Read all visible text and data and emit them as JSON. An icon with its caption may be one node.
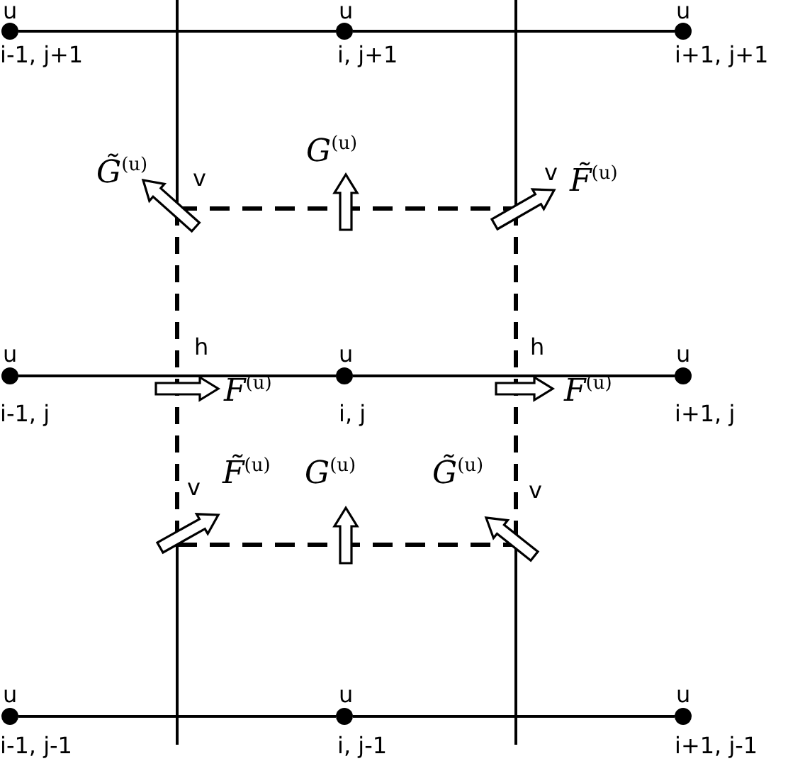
{
  "diagram": {
    "nodes": [
      {
        "text": [],
        "shape": "circle"
      },
      {
        "text": [],
        "shape": "circle"
      },
      {
        "text": [],
        "shape": "circle"
      },
      {
        "text": [],
        "shape": "circle"
      },
      {
        "text": [],
        "shape": "circle"
      },
      {
        "text": [],
        "shape": "circle"
      },
      {
        "text": [],
        "shape": "circle"
      },
      {
        "text": [],
        "shape": "circle"
      },
      {
        "text": [],
        "shape": "circle"
      }
    ],
    "edges": [
      {
        "from": 0,
        "to": 1,
        "arrow": "none"
      },
      {
        "from": 1,
        "to": 2,
        "arrow": "none"
      },
      {
        "from": 3,
        "to": 4,
        "arrow": "none"
      },
      {
        "from": 4,
        "to": 5,
        "arrow": "none"
      },
      {
        "from": 6,
        "to": 7,
        "arrow": "none"
      },
      {
        "from": 7,
        "to": 8,
        "arrow": "none"
      }
    ],
    "labels": [
      "u",
      "u",
      "u",
      "i-1, j+1",
      "i, j+1",
      "i+1, j+1",
      "G̃$^{(u)}$",
      "v",
      "G$^{(u)}$",
      "v",
      "F̃$^{(u)}$",
      "u",
      "h",
      "u",
      "h",
      "u",
      "i-1, j",
      "F$^{(u)}$",
      "i, j",
      "F$^{(u)}$",
      "i+1, j",
      "v",
      "F̃$^{(u)}$",
      "G$^{(u)}$",
      "G̃$^{(u)}$",
      "v",
      "u",
      "u",
      "u",
      "i-1, j-1",
      "i, j-1",
      "i+1, j-1"
    ]
  }
}
